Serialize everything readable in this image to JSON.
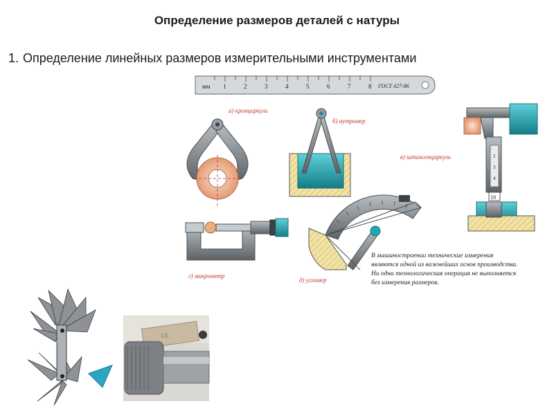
{
  "header": {
    "title": "Определение размеров деталей с натуры"
  },
  "section": {
    "number": "1.",
    "text": "Определение линейных размеров измерительными инструментами"
  },
  "ruler": {
    "unit": "мм",
    "ticks": [
      "1",
      "2",
      "3",
      "4",
      "5",
      "6",
      "7",
      "8"
    ],
    "standard": "ГОСТ 427-86"
  },
  "captions": {
    "calipers_outer": "а) кронциркуль",
    "calipers_inner": "б) нутромер",
    "vernier": "в) штангенциркуль",
    "micrometer": "г) микрометр",
    "protractor": "д) угломер"
  },
  "vernier_scale": [
    "2",
    "3",
    "4"
  ],
  "vernier_readout": "19",
  "note_lines": [
    "В машиностроении технические измерения",
    "являются одной из важнейших основ производства.",
    "Ни одна технологическая операция не выполняется",
    "без измерения размеров."
  ],
  "photo_label": "1.5",
  "colors": {
    "steel": "#6f7478",
    "teal": "#1fa7b2",
    "hatch": "#f1e2a6",
    "accent_red": "#c0392b",
    "part": "#e8a07a"
  }
}
